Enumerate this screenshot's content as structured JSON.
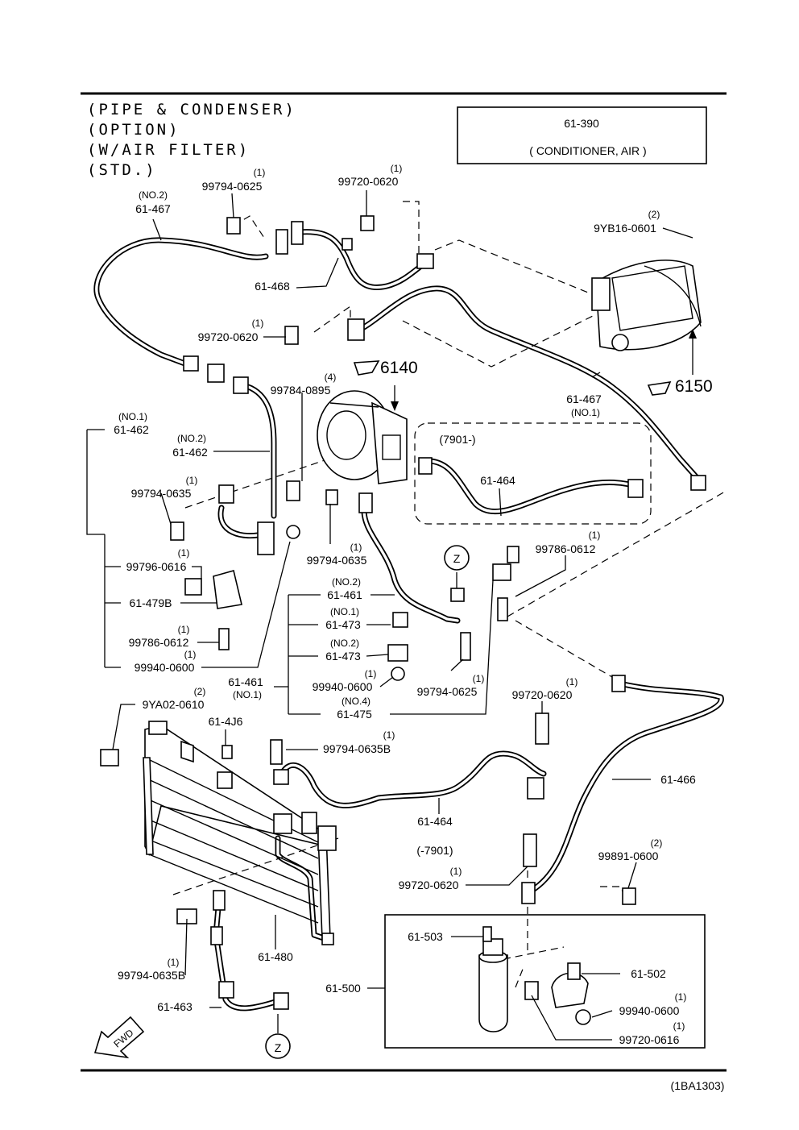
{
  "header": {
    "lines": [
      "(PIPE & CONDENSER)",
      "(OPTION)",
      "(W/AIR FILTER)",
      "(STD.)"
    ]
  },
  "ref_box": {
    "code": "61-390",
    "name": "( CONDITIONER, AIR )"
  },
  "callouts": {
    "c1": {
      "qty": "(1)",
      "code": "99794-0625"
    },
    "c2": {
      "qty": "(1)",
      "code": "99720-0620"
    },
    "c3": {
      "qty": "(NO.2)",
      "code": "61-467"
    },
    "c4": {
      "qty": "(2)",
      "code": "9YB16-0601"
    },
    "c5": {
      "code": "61-468"
    },
    "c6": {
      "qty": "(1)",
      "code": "99720-0620"
    },
    "c7": {
      "code": "6140"
    },
    "c8": {
      "code": "6150"
    },
    "c9": {
      "qty": "(4)",
      "code": "99784-0895"
    },
    "c10": {
      "code": "61-467",
      "qty": "(NO.1)"
    },
    "c11": {
      "qty": "(NO.1)",
      "code": "61-462"
    },
    "c12": {
      "qty": "(NO.2)",
      "code": "61-462"
    },
    "c13": {
      "code": "(7901-)"
    },
    "c14": {
      "code": "61-464"
    },
    "c15": {
      "qty": "(1)",
      "code": "99794-0635"
    },
    "c16": {
      "qty": "(1)",
      "code": "99794-0635"
    },
    "c17": {
      "code": "Z"
    },
    "c18": {
      "qty": "(1)",
      "code": "99786-0612"
    },
    "c19": {
      "qty": "(1)",
      "code": "99796-0616"
    },
    "c20": {
      "qty": "(NO.2)",
      "code": "61-461"
    },
    "c21": {
      "code": "61-479B"
    },
    "c22": {
      "qty": "(NO.1)",
      "code": "61-473"
    },
    "c23": {
      "qty": "(1)",
      "code": "99786-0612"
    },
    "c24": {
      "qty": "(NO.2)",
      "code": "61-473"
    },
    "c25": {
      "qty": "(1)",
      "code": "99940-0600"
    },
    "c26": {
      "code": "61-461",
      "qty": "(NO.1)"
    },
    "c27": {
      "qty": "(1)",
      "code": "99940-0600"
    },
    "c28": {
      "qty": "(1)",
      "code": "99794-0625"
    },
    "c29": {
      "qty": "(NO.4)",
      "code": "61-475"
    },
    "c30": {
      "qty": "(1)",
      "code": "99720-0620"
    },
    "c31": {
      "qty": "(2)",
      "code": "9YA02-0610"
    },
    "c32": {
      "code": "61-4J6"
    },
    "c33": {
      "qty": "(1)",
      "code": "99794-0635B"
    },
    "c34": {
      "code": "61-466"
    },
    "c35": {
      "code": "61-464",
      "qty": "(-7901)"
    },
    "c36": {
      "qty": "(2)",
      "code": "99891-0600"
    },
    "c37": {
      "qty": "(1)",
      "code": "99720-0620"
    },
    "c38": {
      "code": "61-503"
    },
    "c39": {
      "code": "61-502"
    },
    "c40": {
      "code": "61-480"
    },
    "c41": {
      "code": "61-500"
    },
    "c42": {
      "qty": "(1)",
      "code": "99794-0635B"
    },
    "c43": {
      "qty": "(1)",
      "code": "99940-0600"
    },
    "c44": {
      "code": "61-463"
    },
    "c45": {
      "qty": "(1)",
      "code": "99720-0616"
    },
    "c46": {
      "code": "Z"
    },
    "c47": {
      "code": "FWD"
    }
  },
  "footer": {
    "code": "(1BA1303)"
  }
}
